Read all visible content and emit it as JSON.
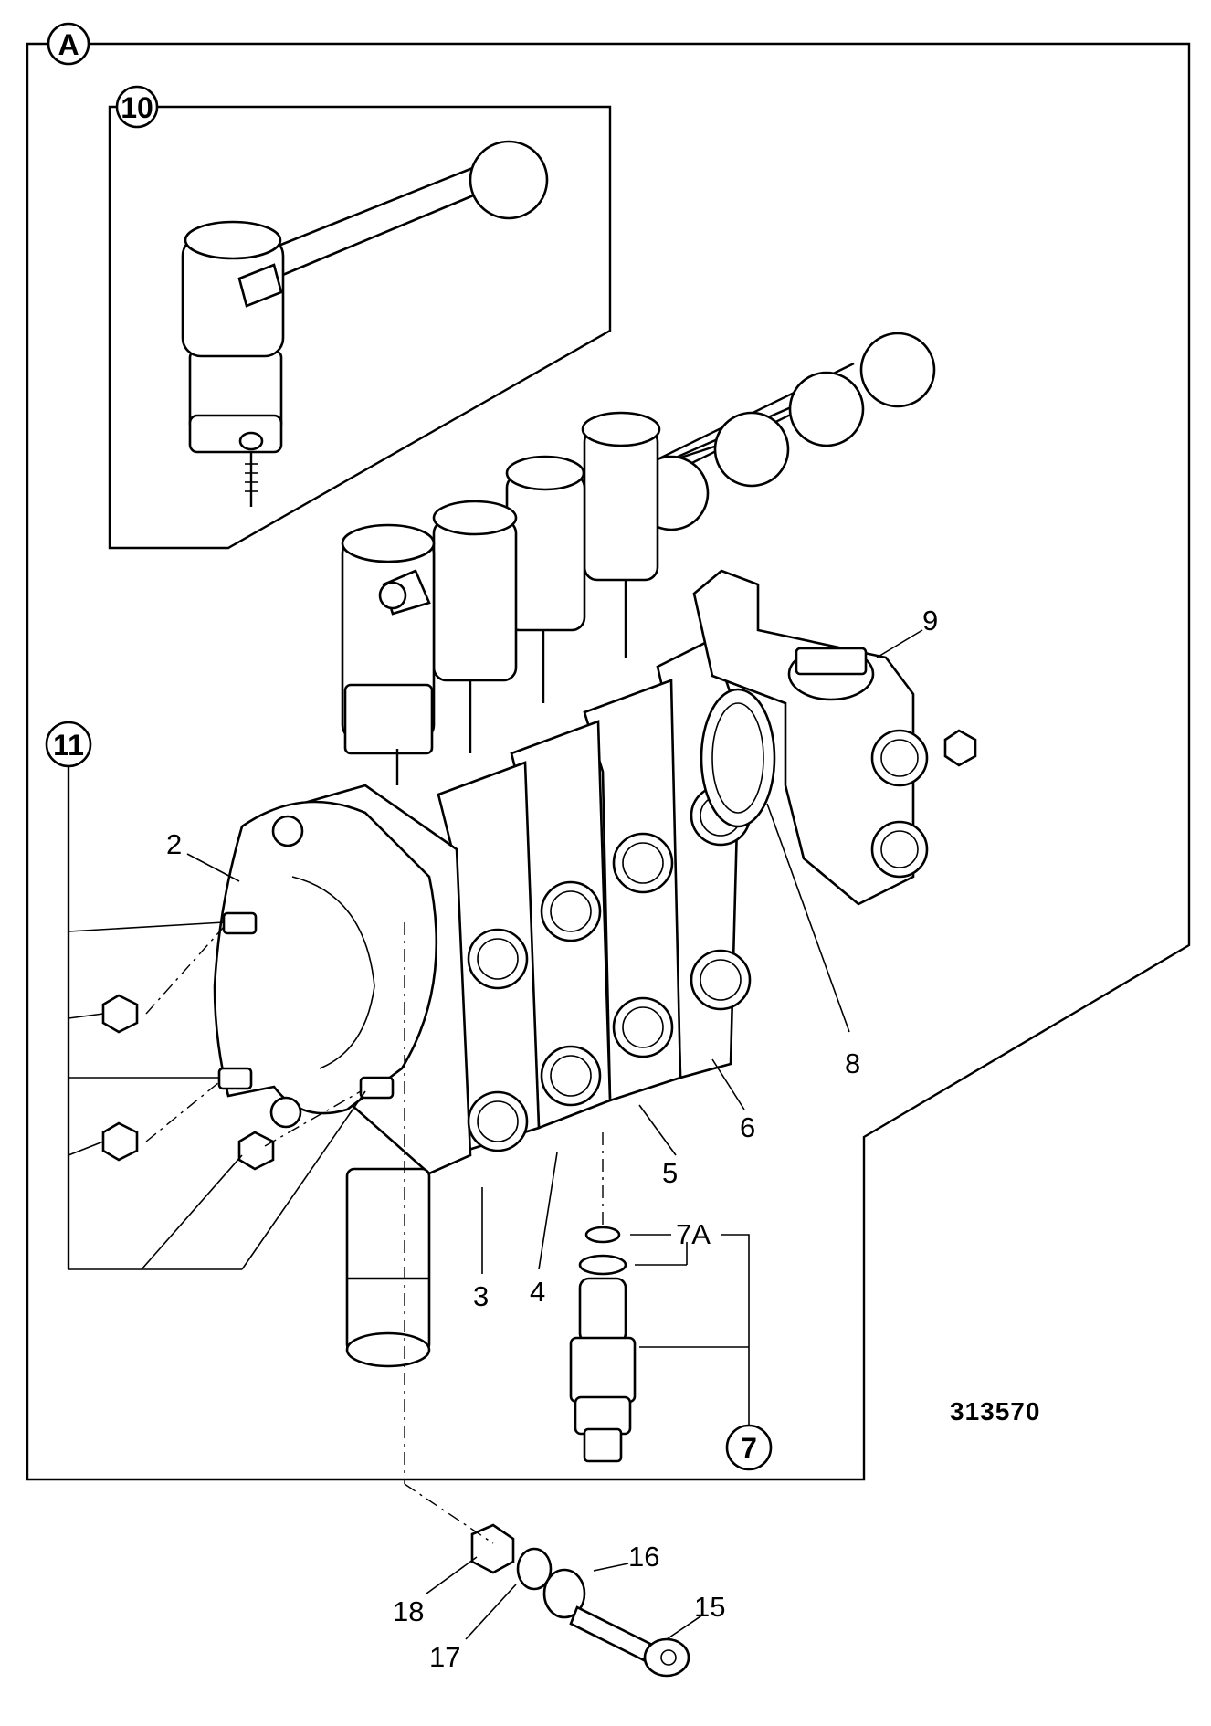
{
  "labels": {
    "A": "A",
    "p10": "10",
    "p11": "11",
    "p2": "2",
    "p3": "3",
    "p4": "4",
    "p5": "5",
    "p6": "6",
    "p7": "7",
    "p7A": "7A",
    "p8": "8",
    "p9": "9",
    "p15": "15",
    "p16": "16",
    "p17": "17",
    "p18": "18"
  },
  "reference_number": "313570"
}
